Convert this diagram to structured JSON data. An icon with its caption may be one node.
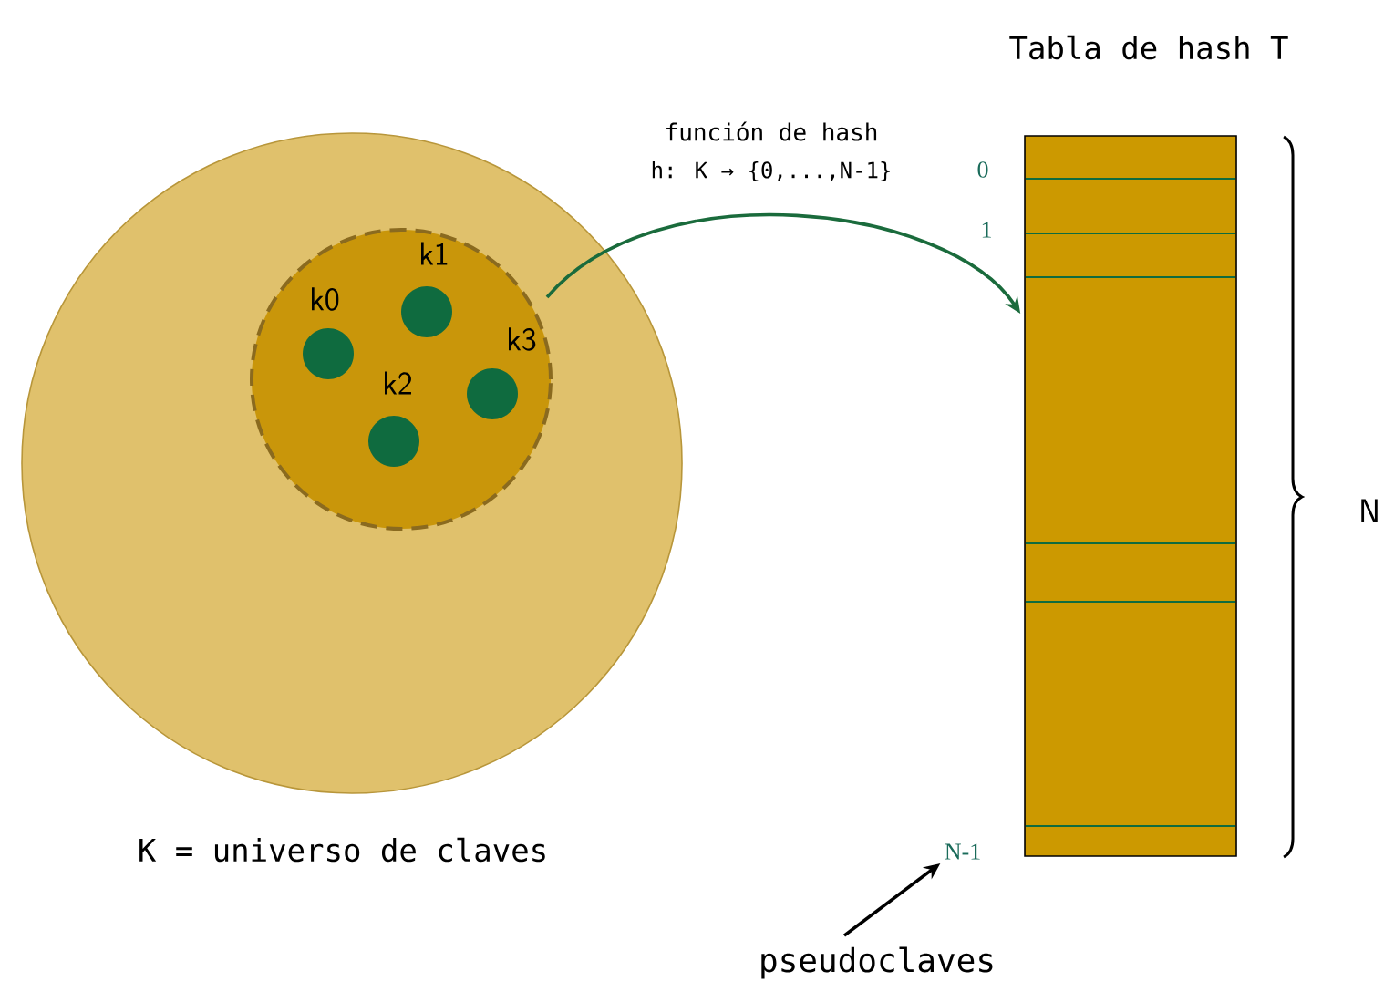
{
  "diagram": {
    "nodes": [
      {
        "text": [
          "K = universo de claves"
        ]
      },
      {
        "text": [],
        "shape": "circle",
        "in": 0
      },
      {
        "text": [],
        "shape": "circle",
        "in": 1,
        "beside": [
          "k0"
        ]
      },
      {
        "text": [],
        "shape": "circle",
        "in": 1,
        "beside": [
          "k1"
        ]
      },
      {
        "text": [],
        "shape": "circle",
        "in": 1,
        "beside": [
          "k2"
        ]
      },
      {
        "text": [],
        "shape": "circle",
        "in": 1,
        "beside": [
          "k3"
        ]
      },
      {
        "text": [
          "Tabla de hash T"
        ]
      },
      {
        "text": [
          "N-1"
        ]
      },
      {
        "text": [
          "pseudoclaves"
        ]
      }
    ],
    "edges": [
      {
        "from": 1,
        "to": 6,
        "arrow": "to",
        "label": "función de hash",
        "color": "#1a6b3c"
      },
      {
        "from": 8,
        "to": 7,
        "arrow": "to",
        "color": "#000000"
      }
    ],
    "labels": [
      "h: K → {0,...,N-1}",
      "0",
      "1",
      "N"
    ]
  }
}
